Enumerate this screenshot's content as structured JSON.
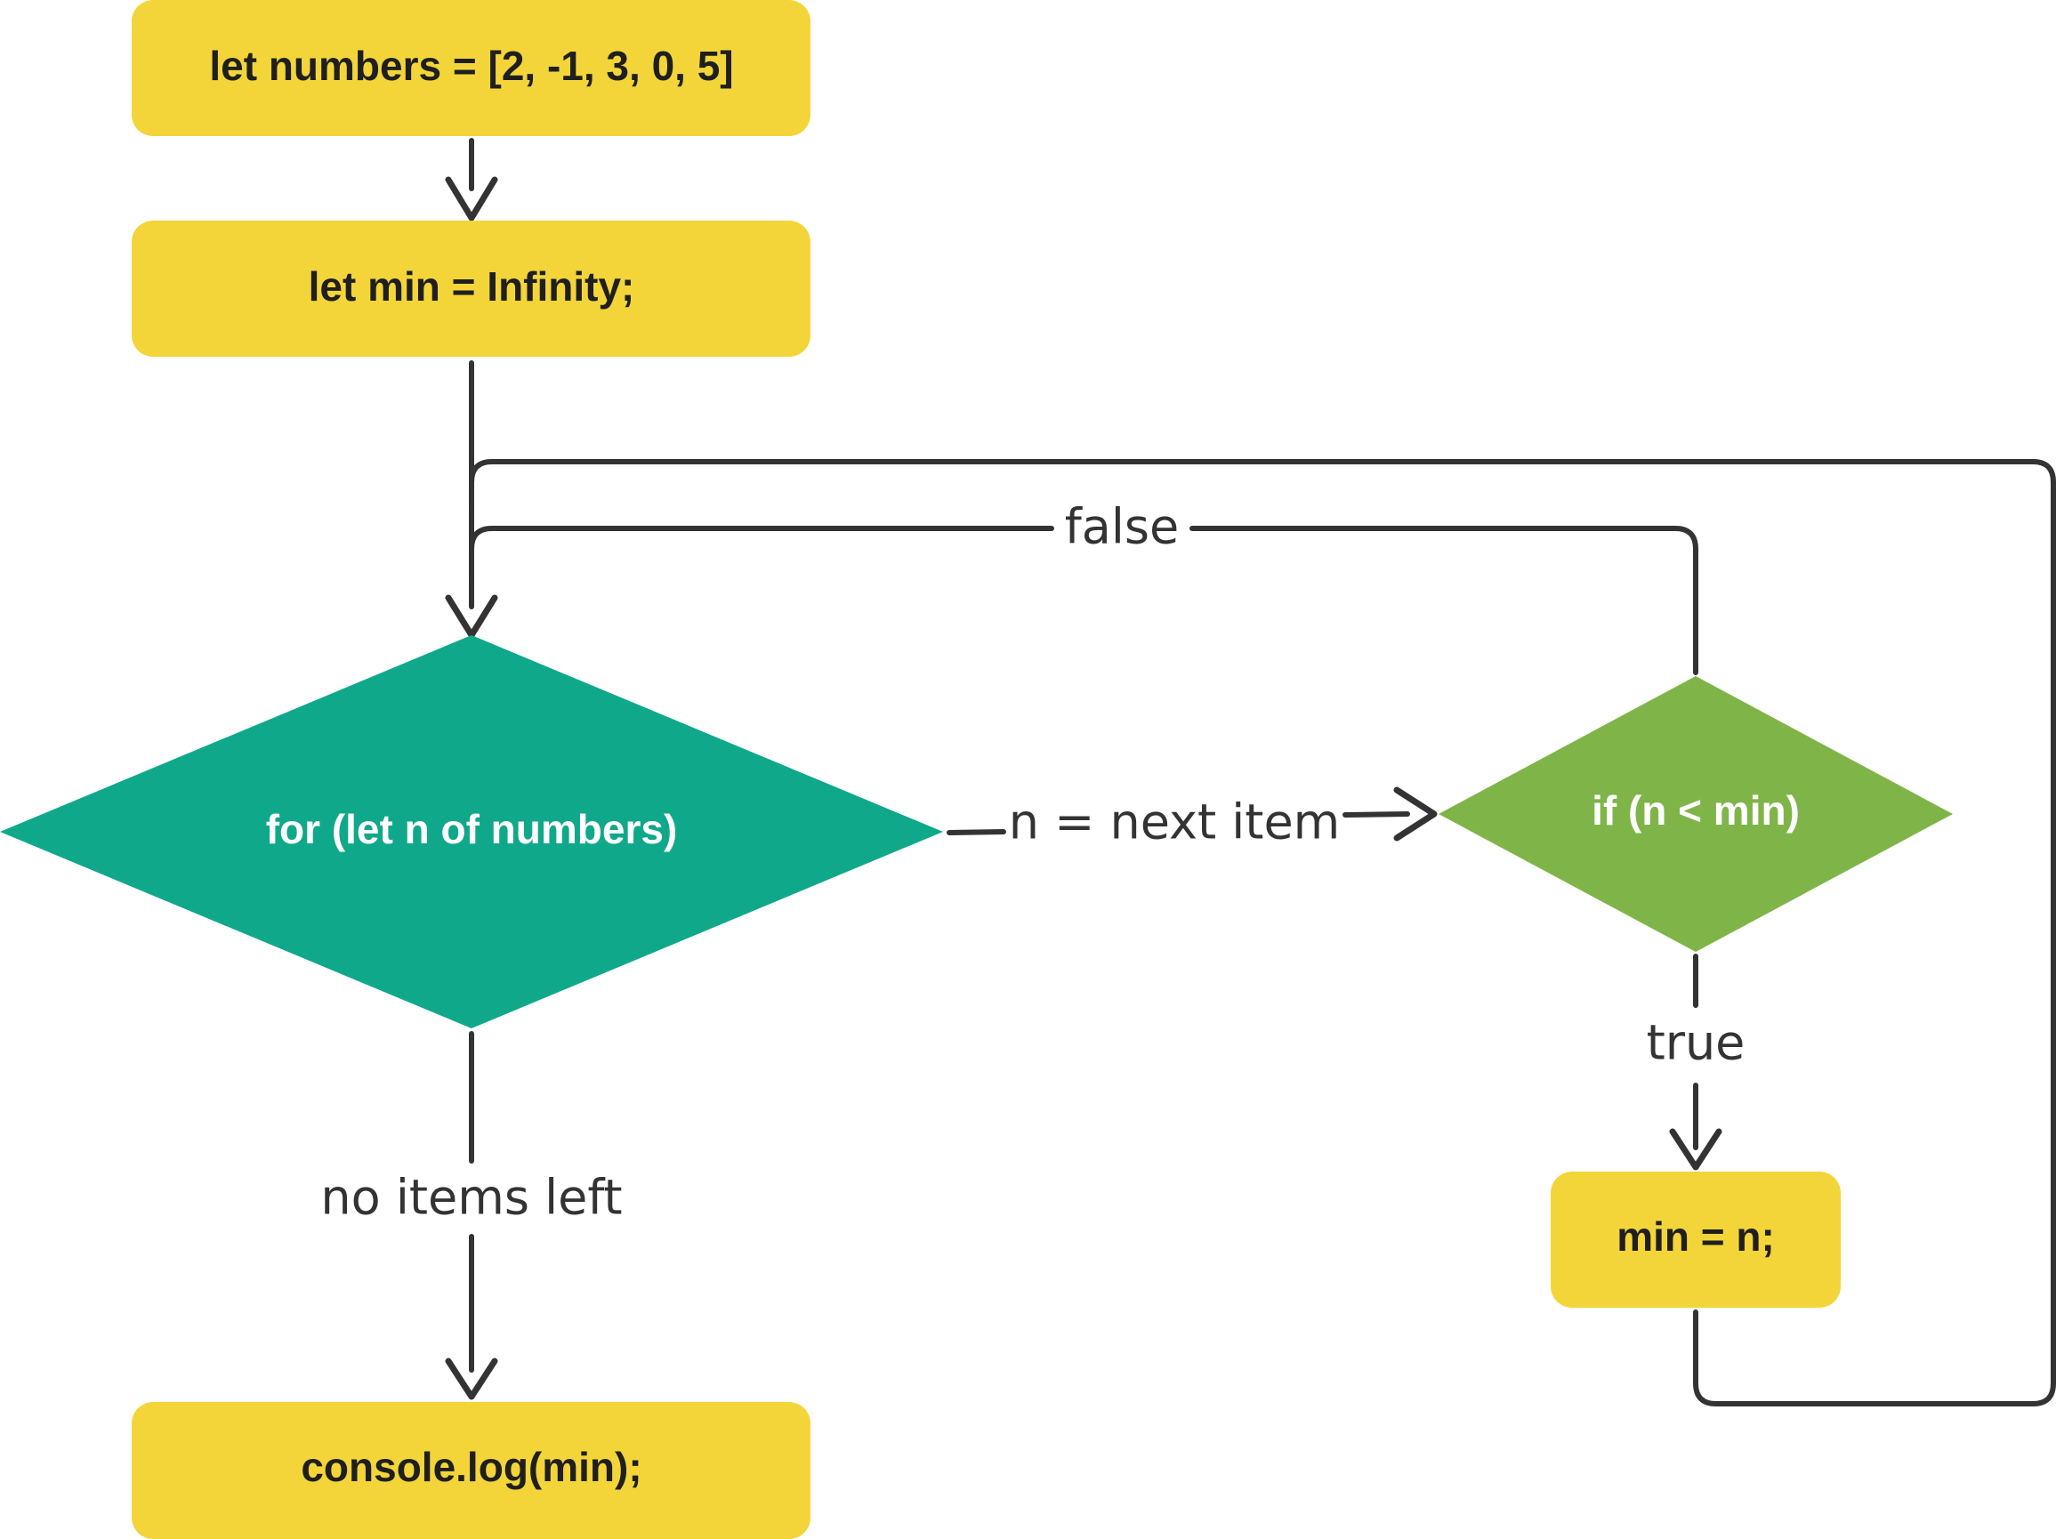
{
  "diagram": {
    "colors": {
      "process_fill": "#F3D53A",
      "loop_fill": "#10A88A",
      "condition_fill": "#7FB548",
      "line": "#333333",
      "node_text_dark": "#1F1F1F",
      "node_text_light": "#FFFFFF",
      "edge_text": "#333333"
    },
    "nodes": {
      "init_numbers": "let numbers = [2, -1, 3, 0, 5]",
      "init_min": "let min = Infinity;",
      "loop": "for (let n of numbers)",
      "condition": "if (n < min)",
      "assign": "min = n;",
      "output": "console.log(min);"
    },
    "edges": {
      "false_label": "false",
      "next_item_label": "n = next item",
      "true_label": "true",
      "no_items_label": "no items left"
    }
  }
}
